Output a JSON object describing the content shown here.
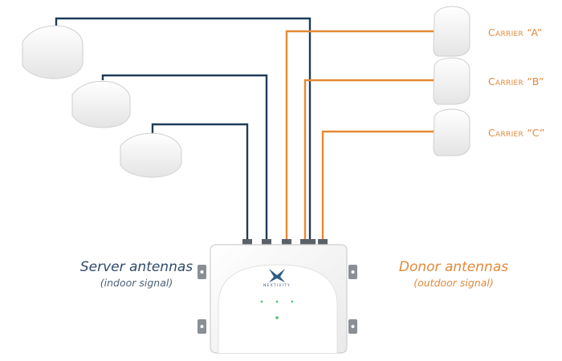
{
  "labels": {
    "server_title": "Server antennas",
    "server_sub": "(indoor signal)",
    "donor_title": "Donor antennas",
    "donor_sub": "(outdoor signal)"
  },
  "carriers": [
    "Carrier “A”",
    "Carrier “B”",
    "Carrier “C”"
  ],
  "device": {
    "brand": "NEXTIVITY"
  },
  "colors": {
    "server_cable": "#1f3b5a",
    "donor_cable": "#e58a33",
    "server_text": "#2f4b6b",
    "donor_text": "#e08a3c",
    "led": "#44c06a"
  }
}
